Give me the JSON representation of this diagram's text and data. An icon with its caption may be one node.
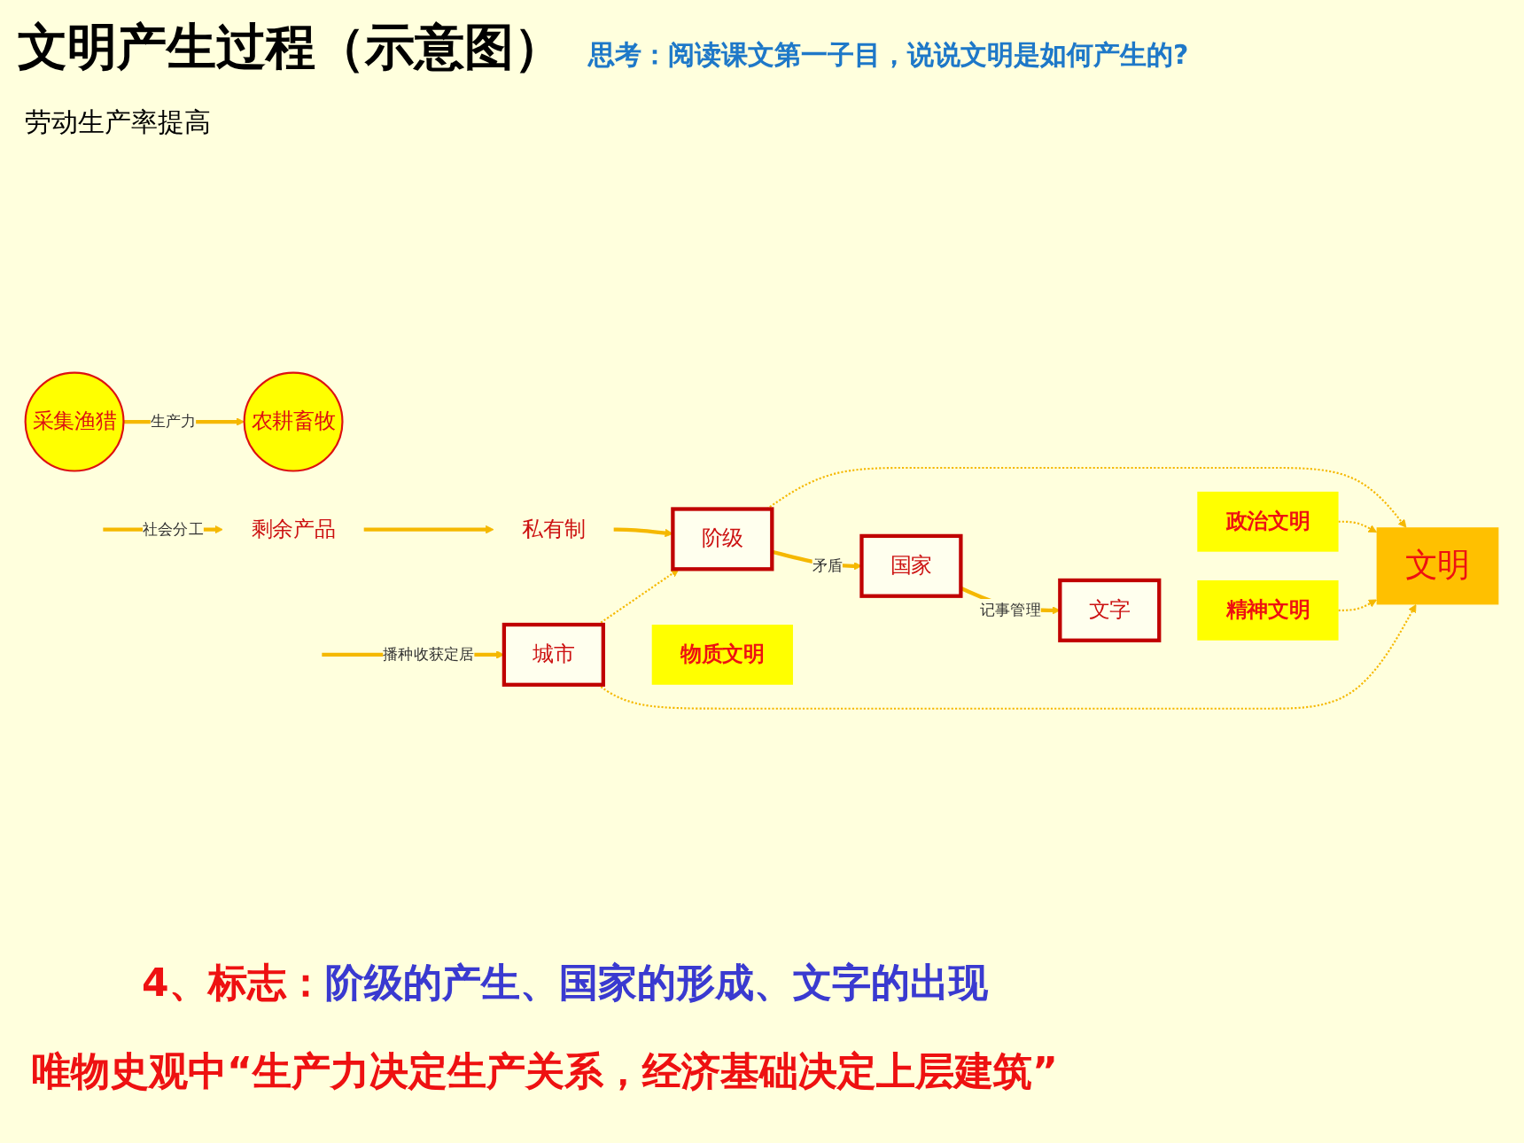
{
  "diagram": {
    "title": "文明产生过程（示意图）",
    "nodes": [
      {
        "text": [
          "采集渔猎"
        ]
      },
      {
        "text": [
          "农耕畜牧"
        ]
      },
      {
        "text": [
          "剩余产品"
        ]
      },
      {
        "text": [
          "私有制"
        ]
      },
      {
        "text": [
          "阶级"
        ]
      },
      {
        "text": [
          "国家"
        ]
      },
      {
        "text": [
          "政治文明"
        ]
      },
      {
        "text": [
          "文字"
        ]
      },
      {
        "text": [
          "精神文明"
        ]
      },
      {
        "text": [
          "城市"
        ]
      },
      {
        "text": [
          "物质文明"
        ]
      },
      {
        "text": [
          "文明"
        ]
      }
    ],
    "edges": [
      {
        "from": 0,
        "to": 1,
        "arrow": "to",
        "label": "生产力"
      },
      {
        "from": null,
        "to": 2,
        "arrow": "to",
        "label": "社会分工"
      },
      {
        "from": null,
        "to": 9,
        "arrow": "to",
        "label": "播种收获定居"
      },
      {
        "from": 2,
        "to": 3,
        "arrow": "to"
      },
      {
        "from": 3,
        "to": 4,
        "arrow": "to"
      },
      {
        "from": 4,
        "to": 5,
        "arrow": "to",
        "label": "矛盾"
      },
      {
        "from": 5,
        "to": 7,
        "arrow": "to",
        "label": "记事管理"
      },
      {
        "from": 9,
        "to": 4,
        "arrow": "to",
        "style": "dashed"
      },
      {
        "from": 4,
        "to": 11,
        "arrow": "to",
        "style": "dashed"
      },
      {
        "from": 6,
        "to": 11,
        "arrow": "to",
        "style": "dashed"
      },
      {
        "from": 8,
        "to": 11,
        "arrow": "to",
        "style": "dashed"
      },
      {
        "from": 9,
        "to": 11,
        "arrow": "to",
        "style": "dashed"
      }
    ],
    "labels": [
      "思考：阅读课文第一子目，说说文明是如何产生的?",
      "劳动生产率提高",
      "4、标志：",
      "阶级的产生、国家的形成、文字的出现",
      "唯物史观中“生产力决定生产关系，经济基础决定上层建筑”"
    ]
  }
}
